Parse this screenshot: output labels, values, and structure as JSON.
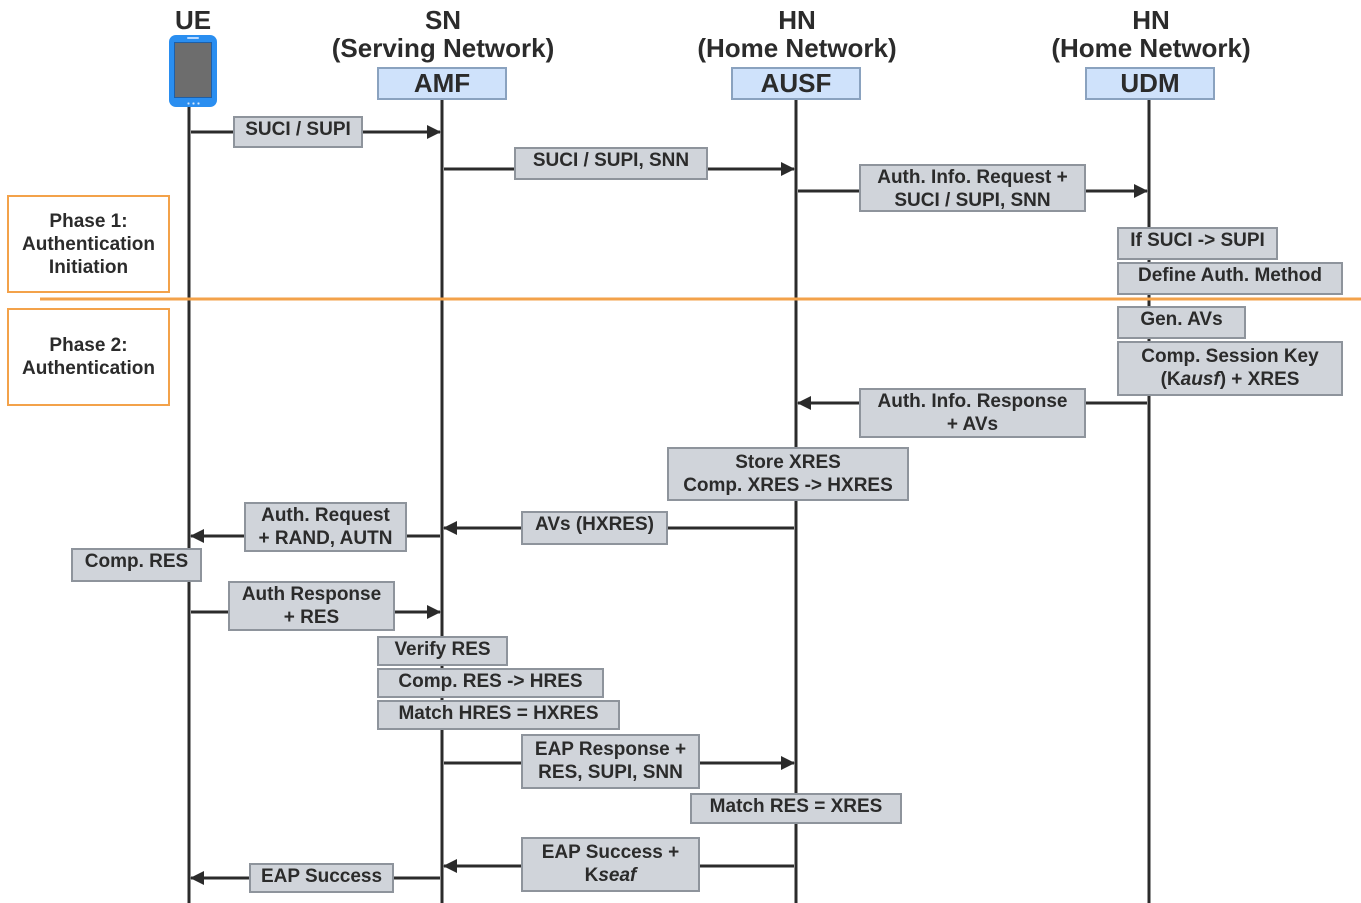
{
  "lanes": [
    {
      "header": "UE",
      "node": ""
    },
    {
      "header": "SN\n(Serving Network)",
      "node": "AMF"
    },
    {
      "header": "HN\n(Home Network)",
      "node": "AUSF"
    },
    {
      "header": "HN\n(Home Network)",
      "node": "UDM"
    }
  ],
  "phases": [
    {
      "label": "Phase 1:\nAuthentication\nInitiation"
    },
    {
      "label": "Phase 2:\nAuthentication"
    }
  ],
  "colors": {
    "line": "#2b2b2b",
    "message_fill": "#d0d4da",
    "node_fill": "#cfe2fb",
    "phase_border": "#f3a24a",
    "phone": "#2a8ef0"
  },
  "icons": {
    "ue": "smartphone-icon"
  },
  "messages": [
    {
      "label": "SUCI / SUPI"
    },
    {
      "label": "SUCI / SUPI, SNN"
    },
    {
      "label": "Auth. Info. Request +\nSUCI / SUPI, SNN"
    },
    {
      "label": "If SUCI -> SUPI"
    },
    {
      "label": "Define Auth. Method"
    },
    {
      "label": "Gen. AVs"
    },
    {
      "label": "Comp. Session Key\n(Kausf) + XRES"
    },
    {
      "label": "Auth. Info. Response\n+ AVs"
    },
    {
      "label": "Store XRES\nComp. XRES -> HXRES"
    },
    {
      "label": "AVs (HXRES)"
    },
    {
      "label": "Auth. Request\n+ RAND, AUTN"
    },
    {
      "label": "Comp. RES"
    },
    {
      "label": "Auth Response\n+ RES"
    },
    {
      "label": "Verify RES"
    },
    {
      "label": "Comp. RES -> HRES"
    },
    {
      "label": "Match HRES = HXRES"
    },
    {
      "label": "EAP Response +\nRES, SUPI, SNN"
    },
    {
      "label": "Match RES = XRES"
    },
    {
      "label": "EAP Success +\nKseaf"
    },
    {
      "label": "EAP Success"
    }
  ]
}
